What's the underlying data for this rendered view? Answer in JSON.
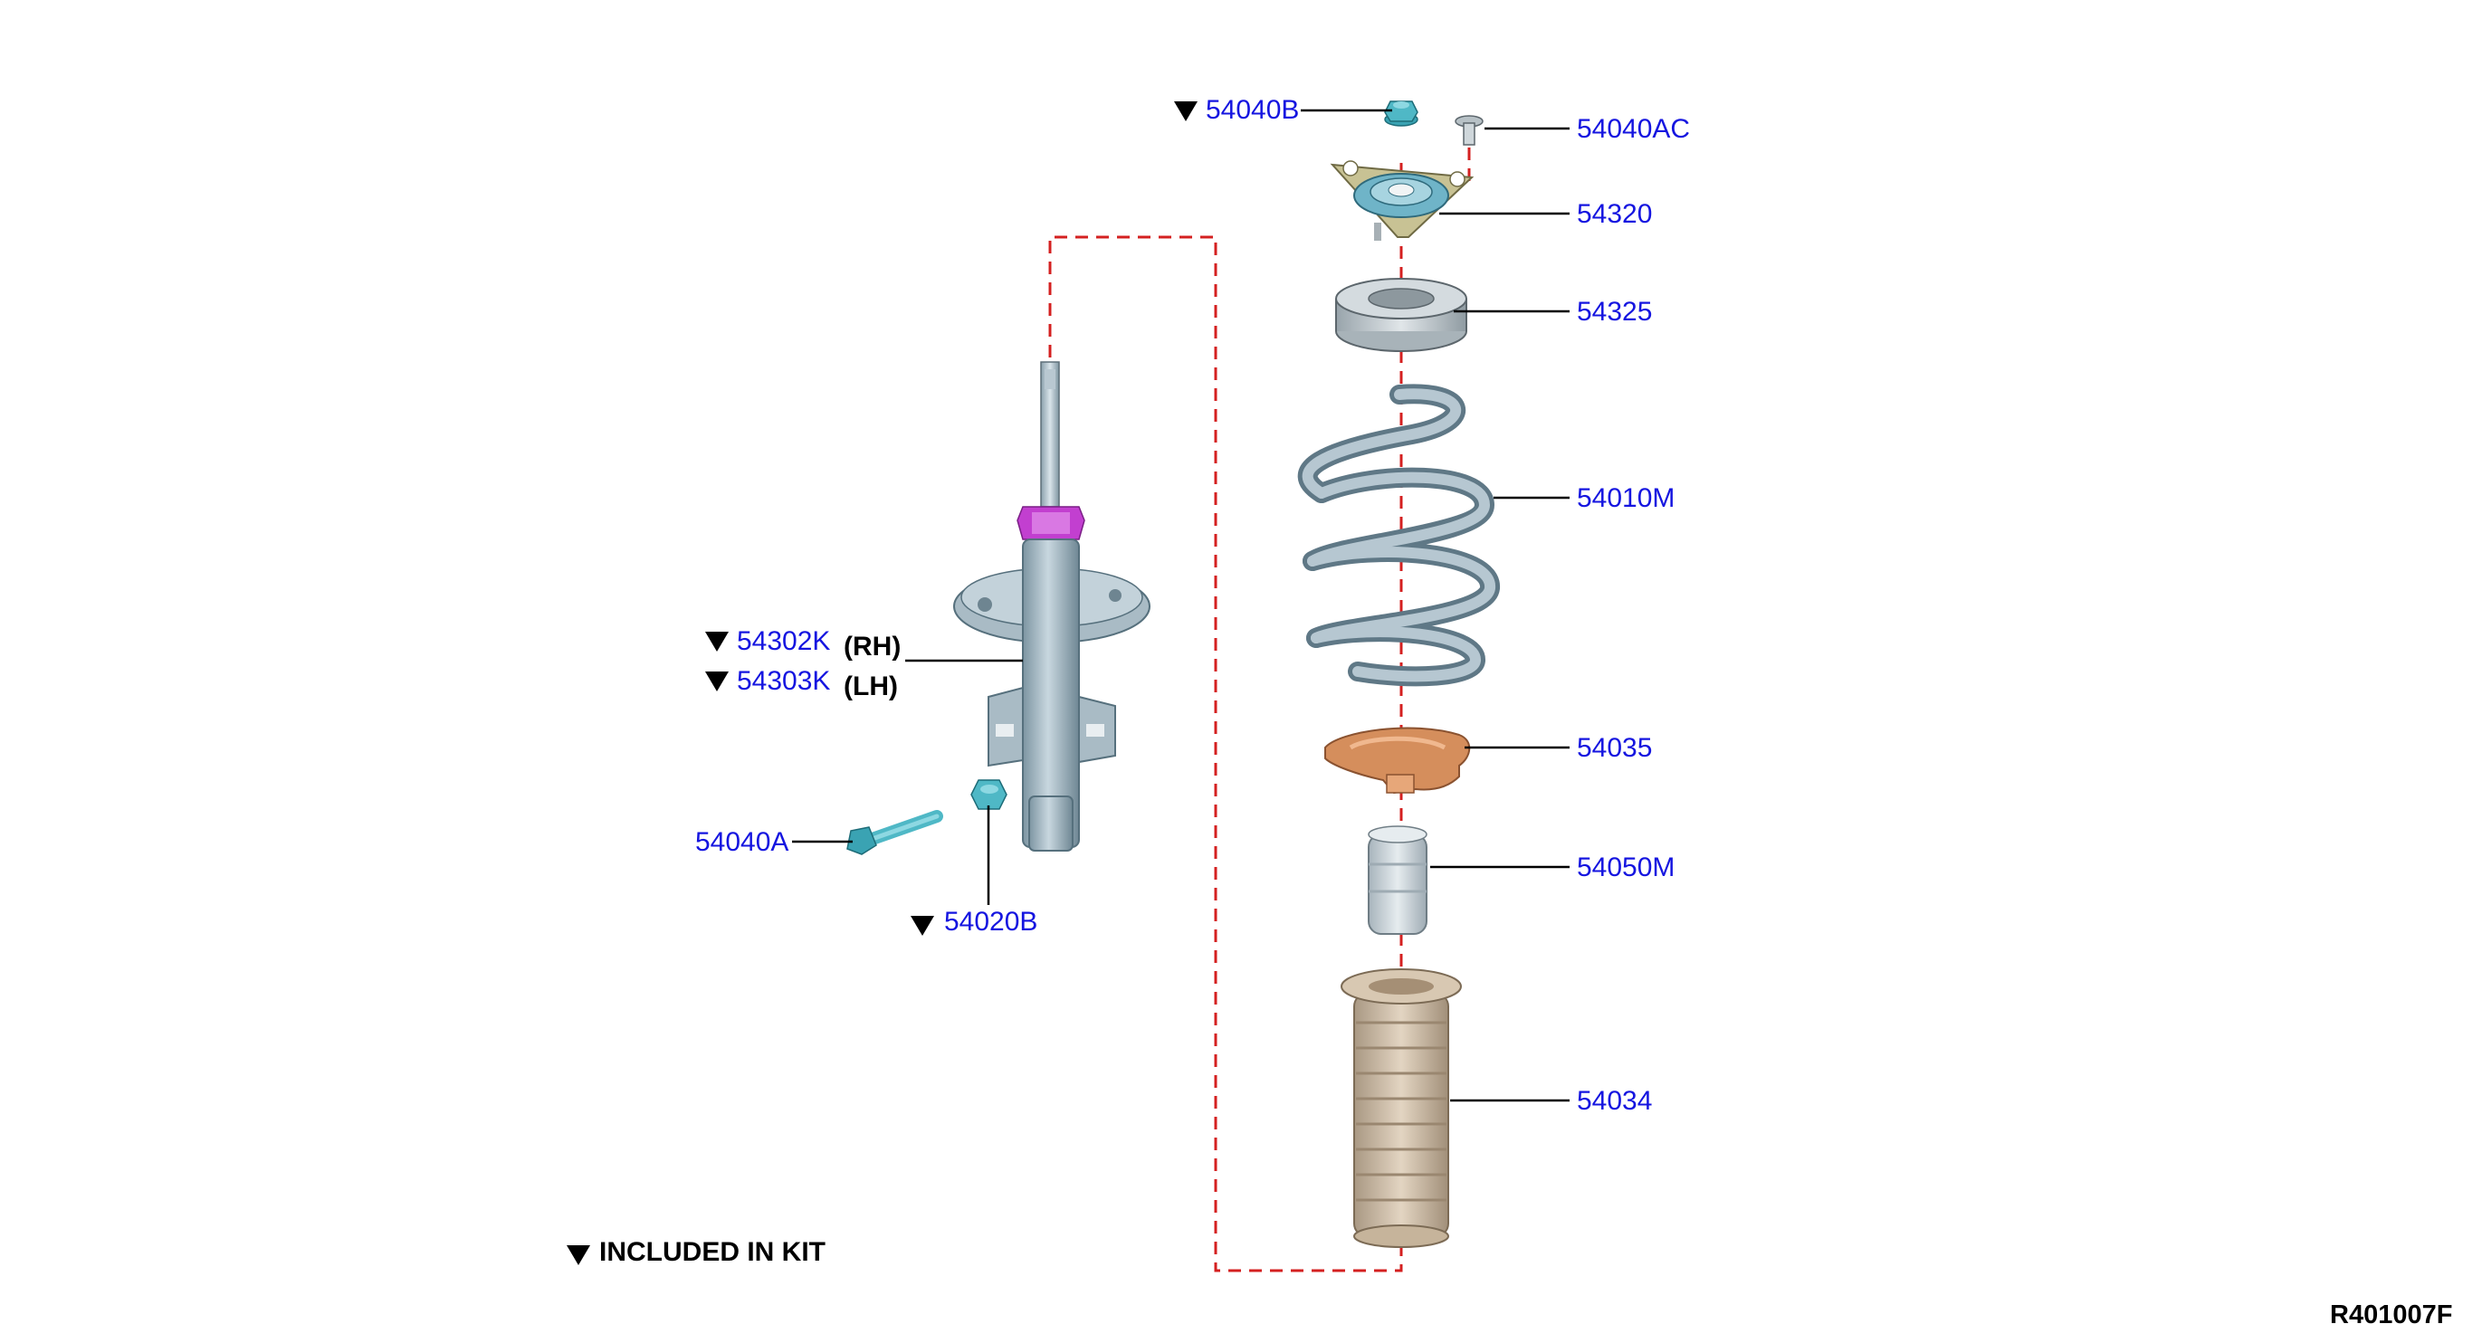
{
  "colors": {
    "label": "#1515e0",
    "leader": "#000000",
    "dashed_line": "#d42020",
    "strut_body": "#9cb3bf",
    "lock_nut": "#c23fd0",
    "fastener": "#4fb8c6",
    "mount_plate": "#c8c294",
    "spring_seat": "#c9cfd3",
    "spring": "#9eb0bc",
    "insulator": "#d58e5c",
    "bumper": "#c9d2d8",
    "boot": "#d3c1a9"
  },
  "parts": {
    "p54040B": {
      "number": "54040B",
      "in_kit": true,
      "icon": "flange-nut-icon"
    },
    "p54040AC": {
      "number": "54040AC",
      "in_kit": false,
      "icon": "bolt-icon"
    },
    "p54320": {
      "number": "54320",
      "in_kit": false,
      "icon": "strut-mount-icon"
    },
    "p54325": {
      "number": "54325",
      "in_kit": false,
      "icon": "spring-seat-icon"
    },
    "p54010M": {
      "number": "54010M",
      "in_kit": false,
      "icon": "coil-spring-icon"
    },
    "p54035": {
      "number": "54035",
      "in_kit": false,
      "icon": "spring-insulator-icon"
    },
    "p54050M": {
      "number": "54050M",
      "in_kit": false,
      "icon": "bump-stop-icon"
    },
    "p54034": {
      "number": "54034",
      "in_kit": false,
      "icon": "dust-boot-icon"
    },
    "p54302K": {
      "number": "54302K",
      "side": "(RH)",
      "in_kit": true,
      "icon": "strut-assembly-icon"
    },
    "p54303K": {
      "number": "54303K",
      "side": "(LH)",
      "in_kit": true
    },
    "p54040A": {
      "number": "54040A",
      "in_kit": false,
      "icon": "long-bolt-icon"
    },
    "p54020B": {
      "number": "54020B",
      "in_kit": true,
      "icon": "nut-icon"
    }
  },
  "legend": {
    "text": "INCLUDED IN KIT",
    "icon": "triangle-marker-icon"
  },
  "reference": "R401007F"
}
